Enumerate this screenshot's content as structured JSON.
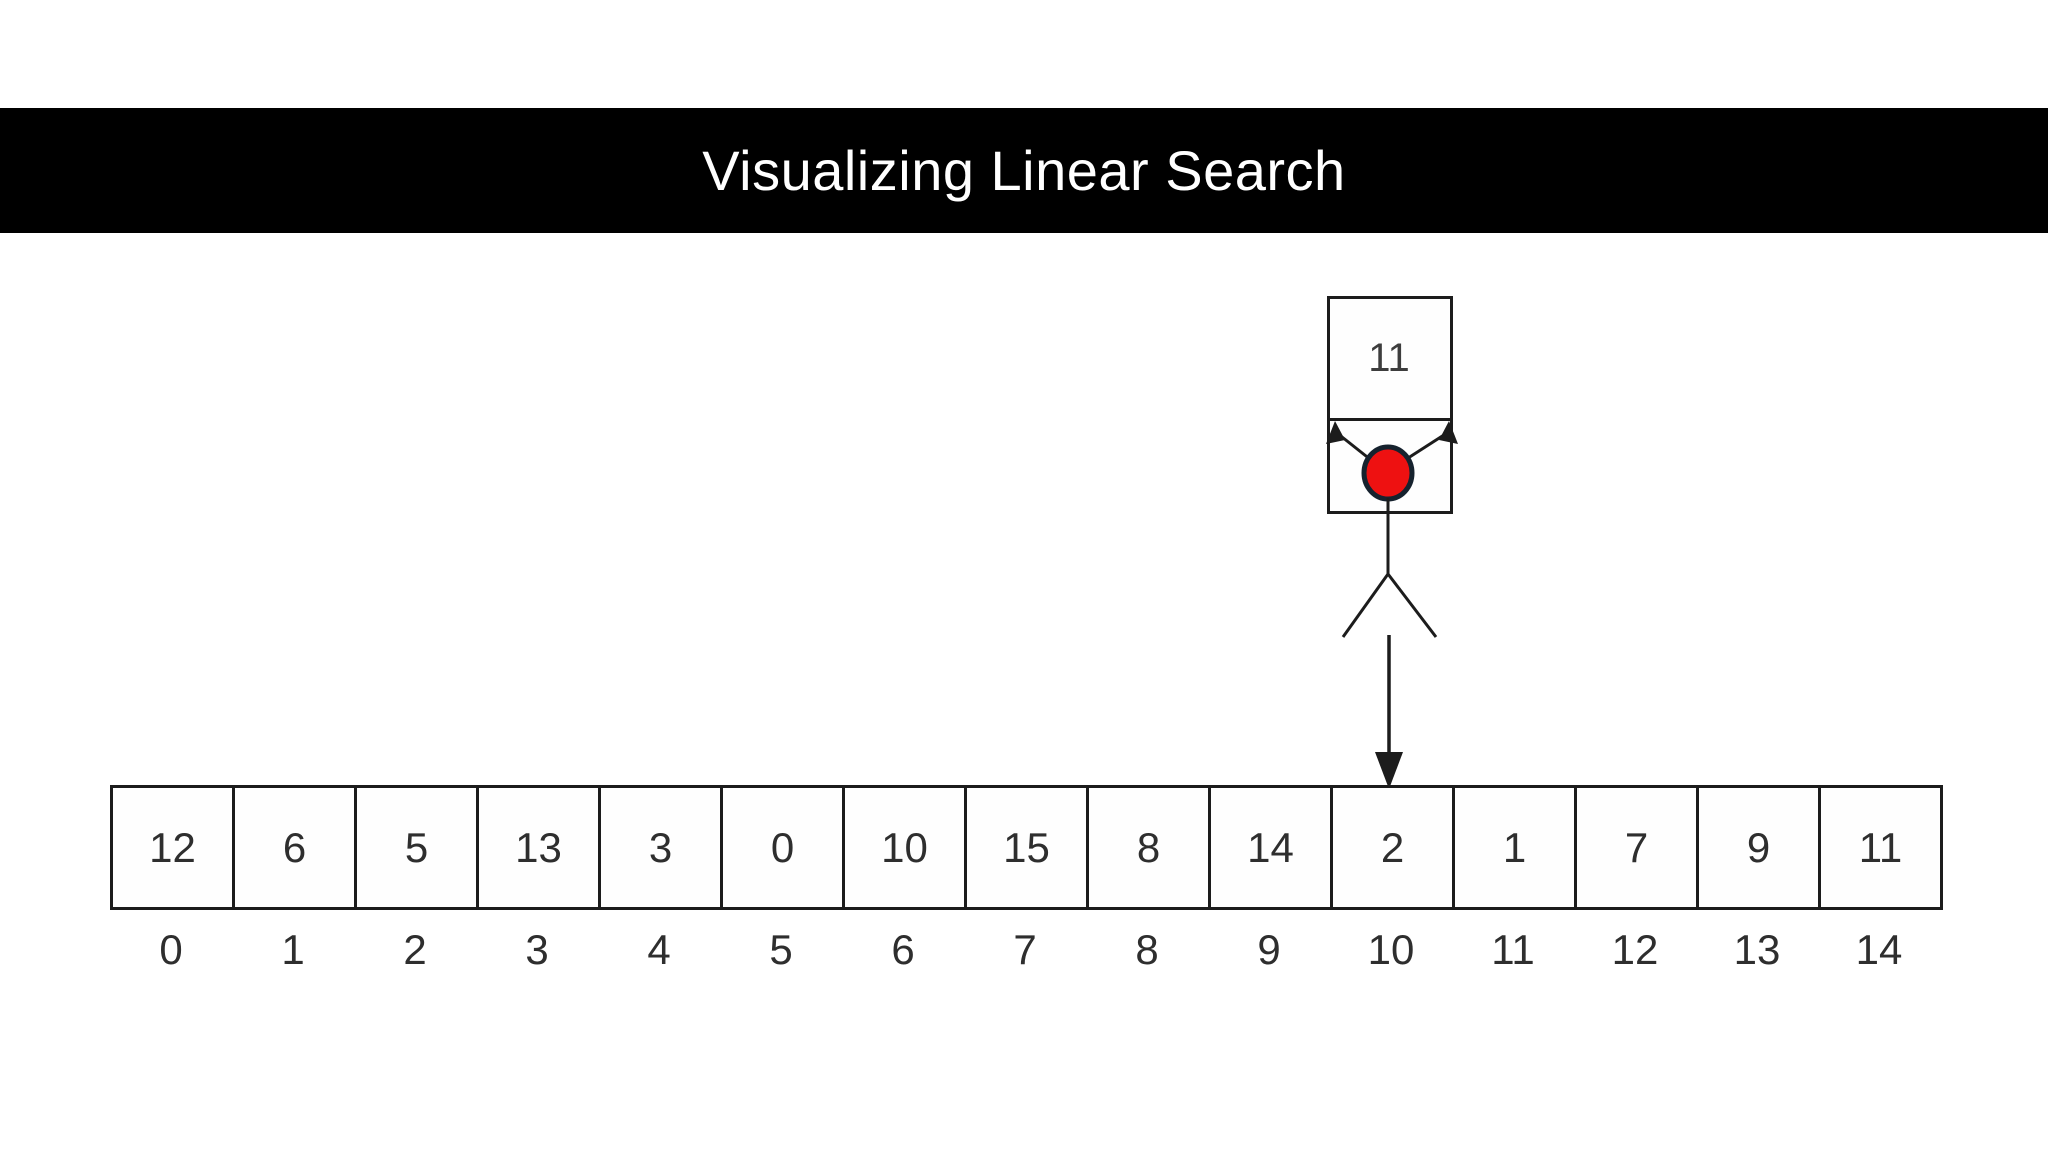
{
  "title": "Visualizing Linear Search",
  "search": {
    "target_value": "11",
    "pointed_index": 10
  },
  "array": {
    "values": [
      "12",
      "6",
      "5",
      "13",
      "3",
      "0",
      "10",
      "15",
      "8",
      "14",
      "2",
      "1",
      "7",
      "9",
      "11"
    ],
    "indices": [
      "0",
      "1",
      "2",
      "3",
      "4",
      "5",
      "6",
      "7",
      "8",
      "9",
      "10",
      "11",
      "12",
      "13",
      "14"
    ]
  },
  "colors": {
    "banner_background": "#000000",
    "banner_text": "#ffffff",
    "line": "#1c1c1c",
    "head_fill": "#ee1111",
    "head_outline": "#16222e",
    "value_text": "#3d3d3d"
  }
}
